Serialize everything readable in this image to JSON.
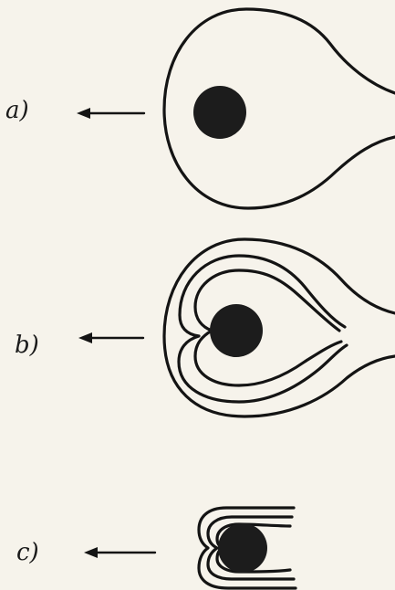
{
  "figure": {
    "panels": [
      {
        "id": "a",
        "label": "a)"
      },
      {
        "id": "b",
        "label": "b)"
      },
      {
        "id": "c",
        "label": "c)"
      }
    ],
    "colors": {
      "ink": "#141414",
      "paper": "#f6f3eb"
    }
  }
}
